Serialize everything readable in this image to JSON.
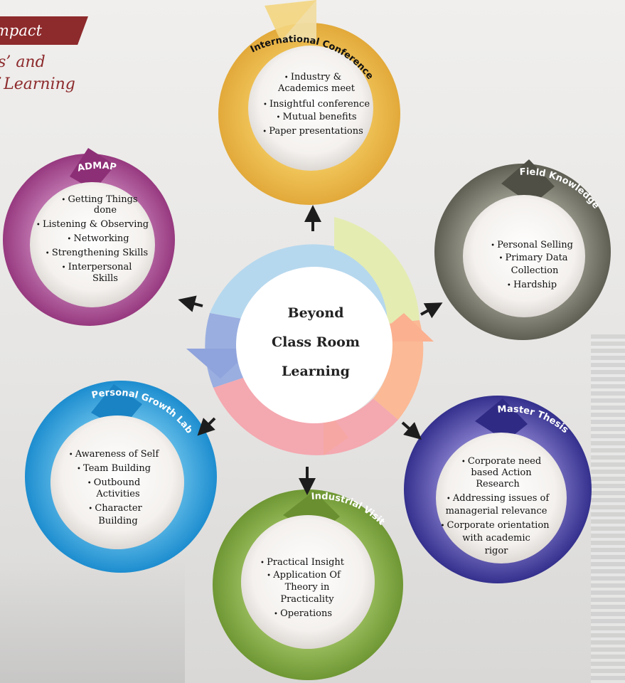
{
  "header": {
    "ribbon_text": "mpact",
    "tagline_line1": "ls’ and",
    "tagline_line2": "f Learning"
  },
  "center": {
    "line1": "Beyond",
    "line2": "Class Room",
    "line3": "Learning"
  },
  "nodes": {
    "international_conference": {
      "title": "International Conference",
      "color": "#e9b84a",
      "bullets": [
        "Industry &",
        "Academics meet",
        "Insightful conference",
        "Mutual benefits",
        "Paper presentations"
      ]
    },
    "field_knowledge": {
      "title": "Field Knowledge",
      "color": "#6f6f63",
      "bullets": [
        "Personal Selling",
        "Primary Data",
        "Collection",
        "Hardship"
      ]
    },
    "master_thesis": {
      "title": "Master Thesis",
      "color": "#3e3a96",
      "bullets": [
        "Corporate need",
        "based Action",
        "Research",
        "Addressing issues of",
        "managerial relevance",
        "Corporate orientation",
        "with academic",
        "rigor"
      ]
    },
    "industrial_visit": {
      "title": "Industrial Visit",
      "color": "#7ea63e",
      "bullets": [
        "Practical Insight",
        "Application Of",
        "Theory in",
        "Practicality",
        "Operations"
      ]
    },
    "personal_growth_lab": {
      "title": "Personal Growth Lab",
      "color": "#2a9ad6",
      "bullets": [
        "Awareness of Self",
        "Team Building",
        "Outbound",
        "Activities",
        "Character",
        "Building"
      ]
    },
    "admap": {
      "title": "ADMAP",
      "color": "#a1478c",
      "bullets": [
        "Getting Things",
        "done",
        "Listening & Observing",
        "Networking",
        "Strengthening Skills",
        "Interpersonal",
        "Skills"
      ]
    }
  }
}
